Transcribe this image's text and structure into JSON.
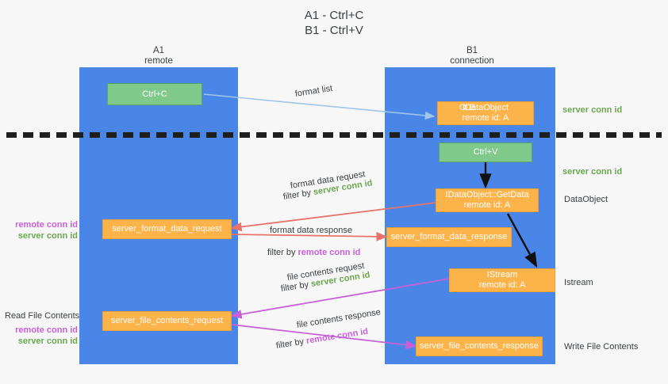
{
  "title": {
    "line1": "A1 - Ctrl+C",
    "line2": "B1 - Ctrl+V"
  },
  "lanes": [
    {
      "name": "A1",
      "sub": "remote"
    },
    {
      "name": "B1",
      "sub": "connection"
    }
  ],
  "colors": {
    "lane": "#4a86e8",
    "green_box": "#7fc98a",
    "orange_box": "#fbb34a",
    "server_conn_text": "#6aa84f",
    "remote_conn_text": "#c760d8",
    "arrow_blue": "#9fc5e8",
    "arrow_red": "#e8736a",
    "arrow_magenta": "#c760d8",
    "arrow_black": "#000000",
    "background": "#f7f7f7"
  },
  "boxes": {
    "ctrl_c": "Ctrl+C",
    "ctrl_v": "Ctrl+V",
    "ole_idataobject": {
      "line1": "IDataObject",
      "overstrike": "OLE",
      "line2": "remote id: A"
    },
    "get_data": {
      "line1": "IDataObject::GetData",
      "line2": "remote id: A"
    },
    "istream": {
      "line1": "IStream",
      "line2": "remote id: A"
    },
    "server_format_data_request": "server_format_data_request",
    "server_format_data_response": "server_format_data_response",
    "server_file_contents_request": "server_file_contents_request",
    "server_file_contents_response": "server_file_contents_response"
  },
  "edge_labels": {
    "format_list": "format list",
    "format_data_request": {
      "line1": "format data request",
      "filter_prefix": "filter by ",
      "filter_key": "server conn id"
    },
    "format_data_response": {
      "line1": "format data response",
      "filter_prefix": "filter by ",
      "filter_key": "remote conn id"
    },
    "file_contents_request": {
      "line1": "file contents request",
      "filter_prefix": "filter by ",
      "filter_key": "server conn id"
    },
    "file_contents_response": {
      "line1": "file contents response",
      "filter_prefix": "filter by ",
      "filter_key": "remote conn id"
    }
  },
  "left_annotations": {
    "format_pair": {
      "remote": "remote conn id",
      "server": "server conn id"
    },
    "read_file_contents": "Read File Contents",
    "file_pair": {
      "remote": "remote conn id",
      "server": "server conn id"
    }
  },
  "right_annotations": {
    "server_conn_top": "server conn id",
    "server_conn_mid": "server conn id",
    "data_object": "DataObject",
    "istream": "Istream",
    "write_file_contents": "Write File Contents"
  }
}
